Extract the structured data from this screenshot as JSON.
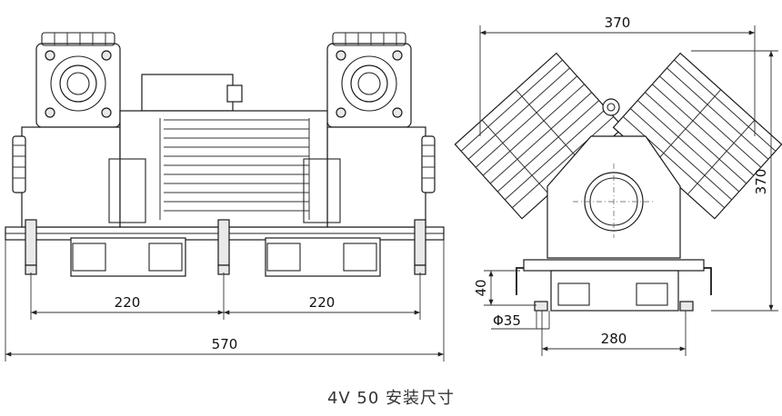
{
  "dimensions": {
    "side_width": "370",
    "side_height": "370",
    "base_height": "40",
    "foot_diameter": "Φ35",
    "side_base_width": "280",
    "front_span_left": "220",
    "front_span_right": "220",
    "front_total": "570"
  },
  "caption": "4V 50 安装尺寸",
  "colors": {
    "line": "#222222",
    "background": "#ffffff"
  }
}
